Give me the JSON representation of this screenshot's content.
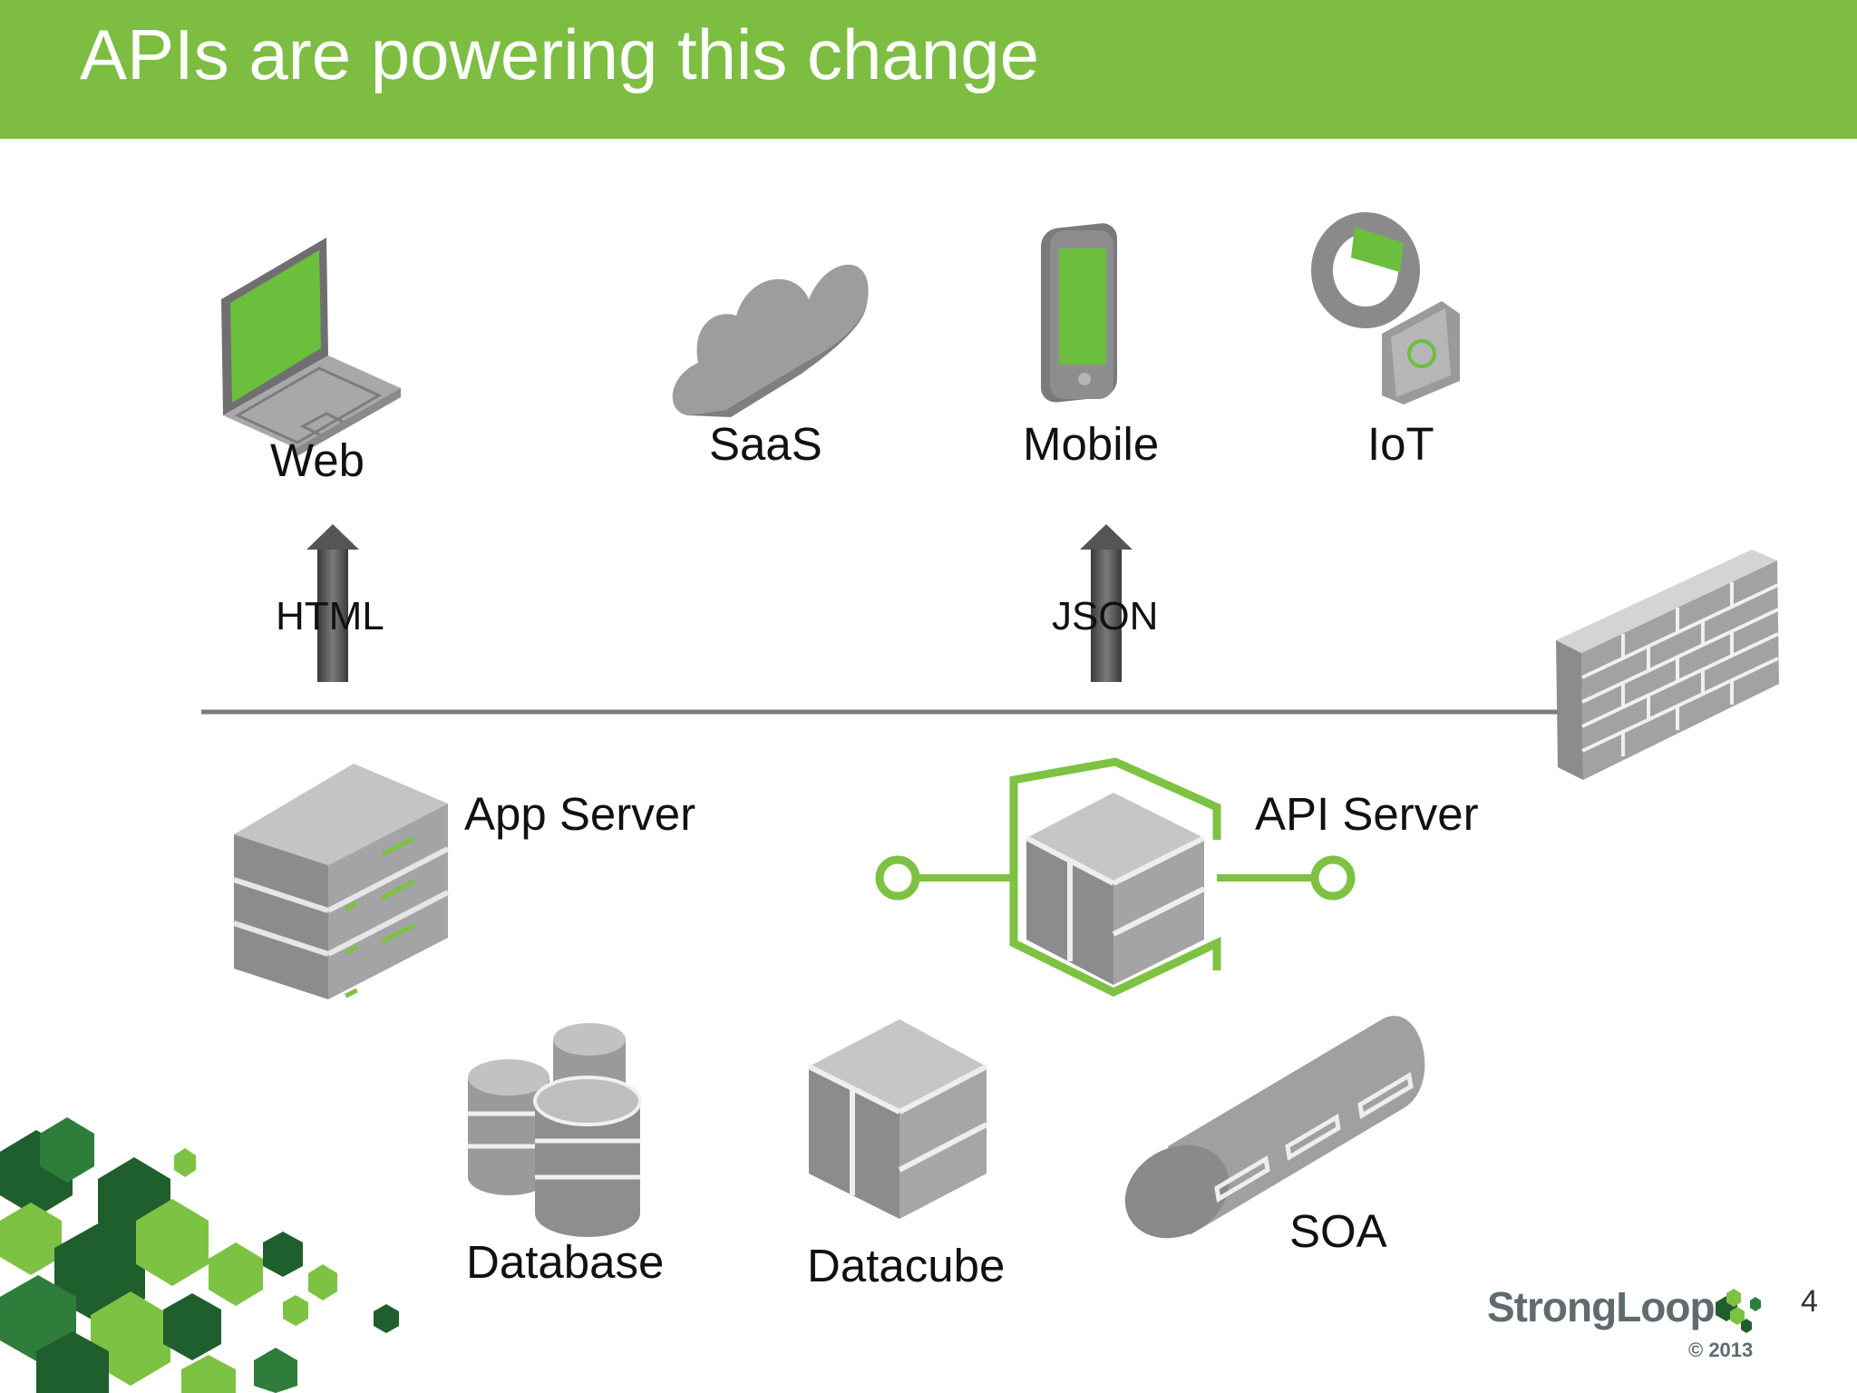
{
  "slide": {
    "title": "APIs are powering this change",
    "page_number": "4"
  },
  "clients": {
    "web": "Web",
    "saas": "SaaS",
    "mobile": "Mobile",
    "iot": "IoT"
  },
  "arrows": {
    "html": "HTML",
    "json": "JSON"
  },
  "servers": {
    "app_server": "App Server",
    "api_server": "API Server"
  },
  "backends": {
    "database": "Database",
    "datacube": "Datacube",
    "soa": "SOA"
  },
  "logo": {
    "name": "StrongLoop",
    "copyright": "© 2013"
  },
  "colors": {
    "header_green": "#7dbd42",
    "accent_green": "#7dc242",
    "icon_gray": "#8f8f91",
    "hex_dark_green": "#1f5f2e"
  }
}
